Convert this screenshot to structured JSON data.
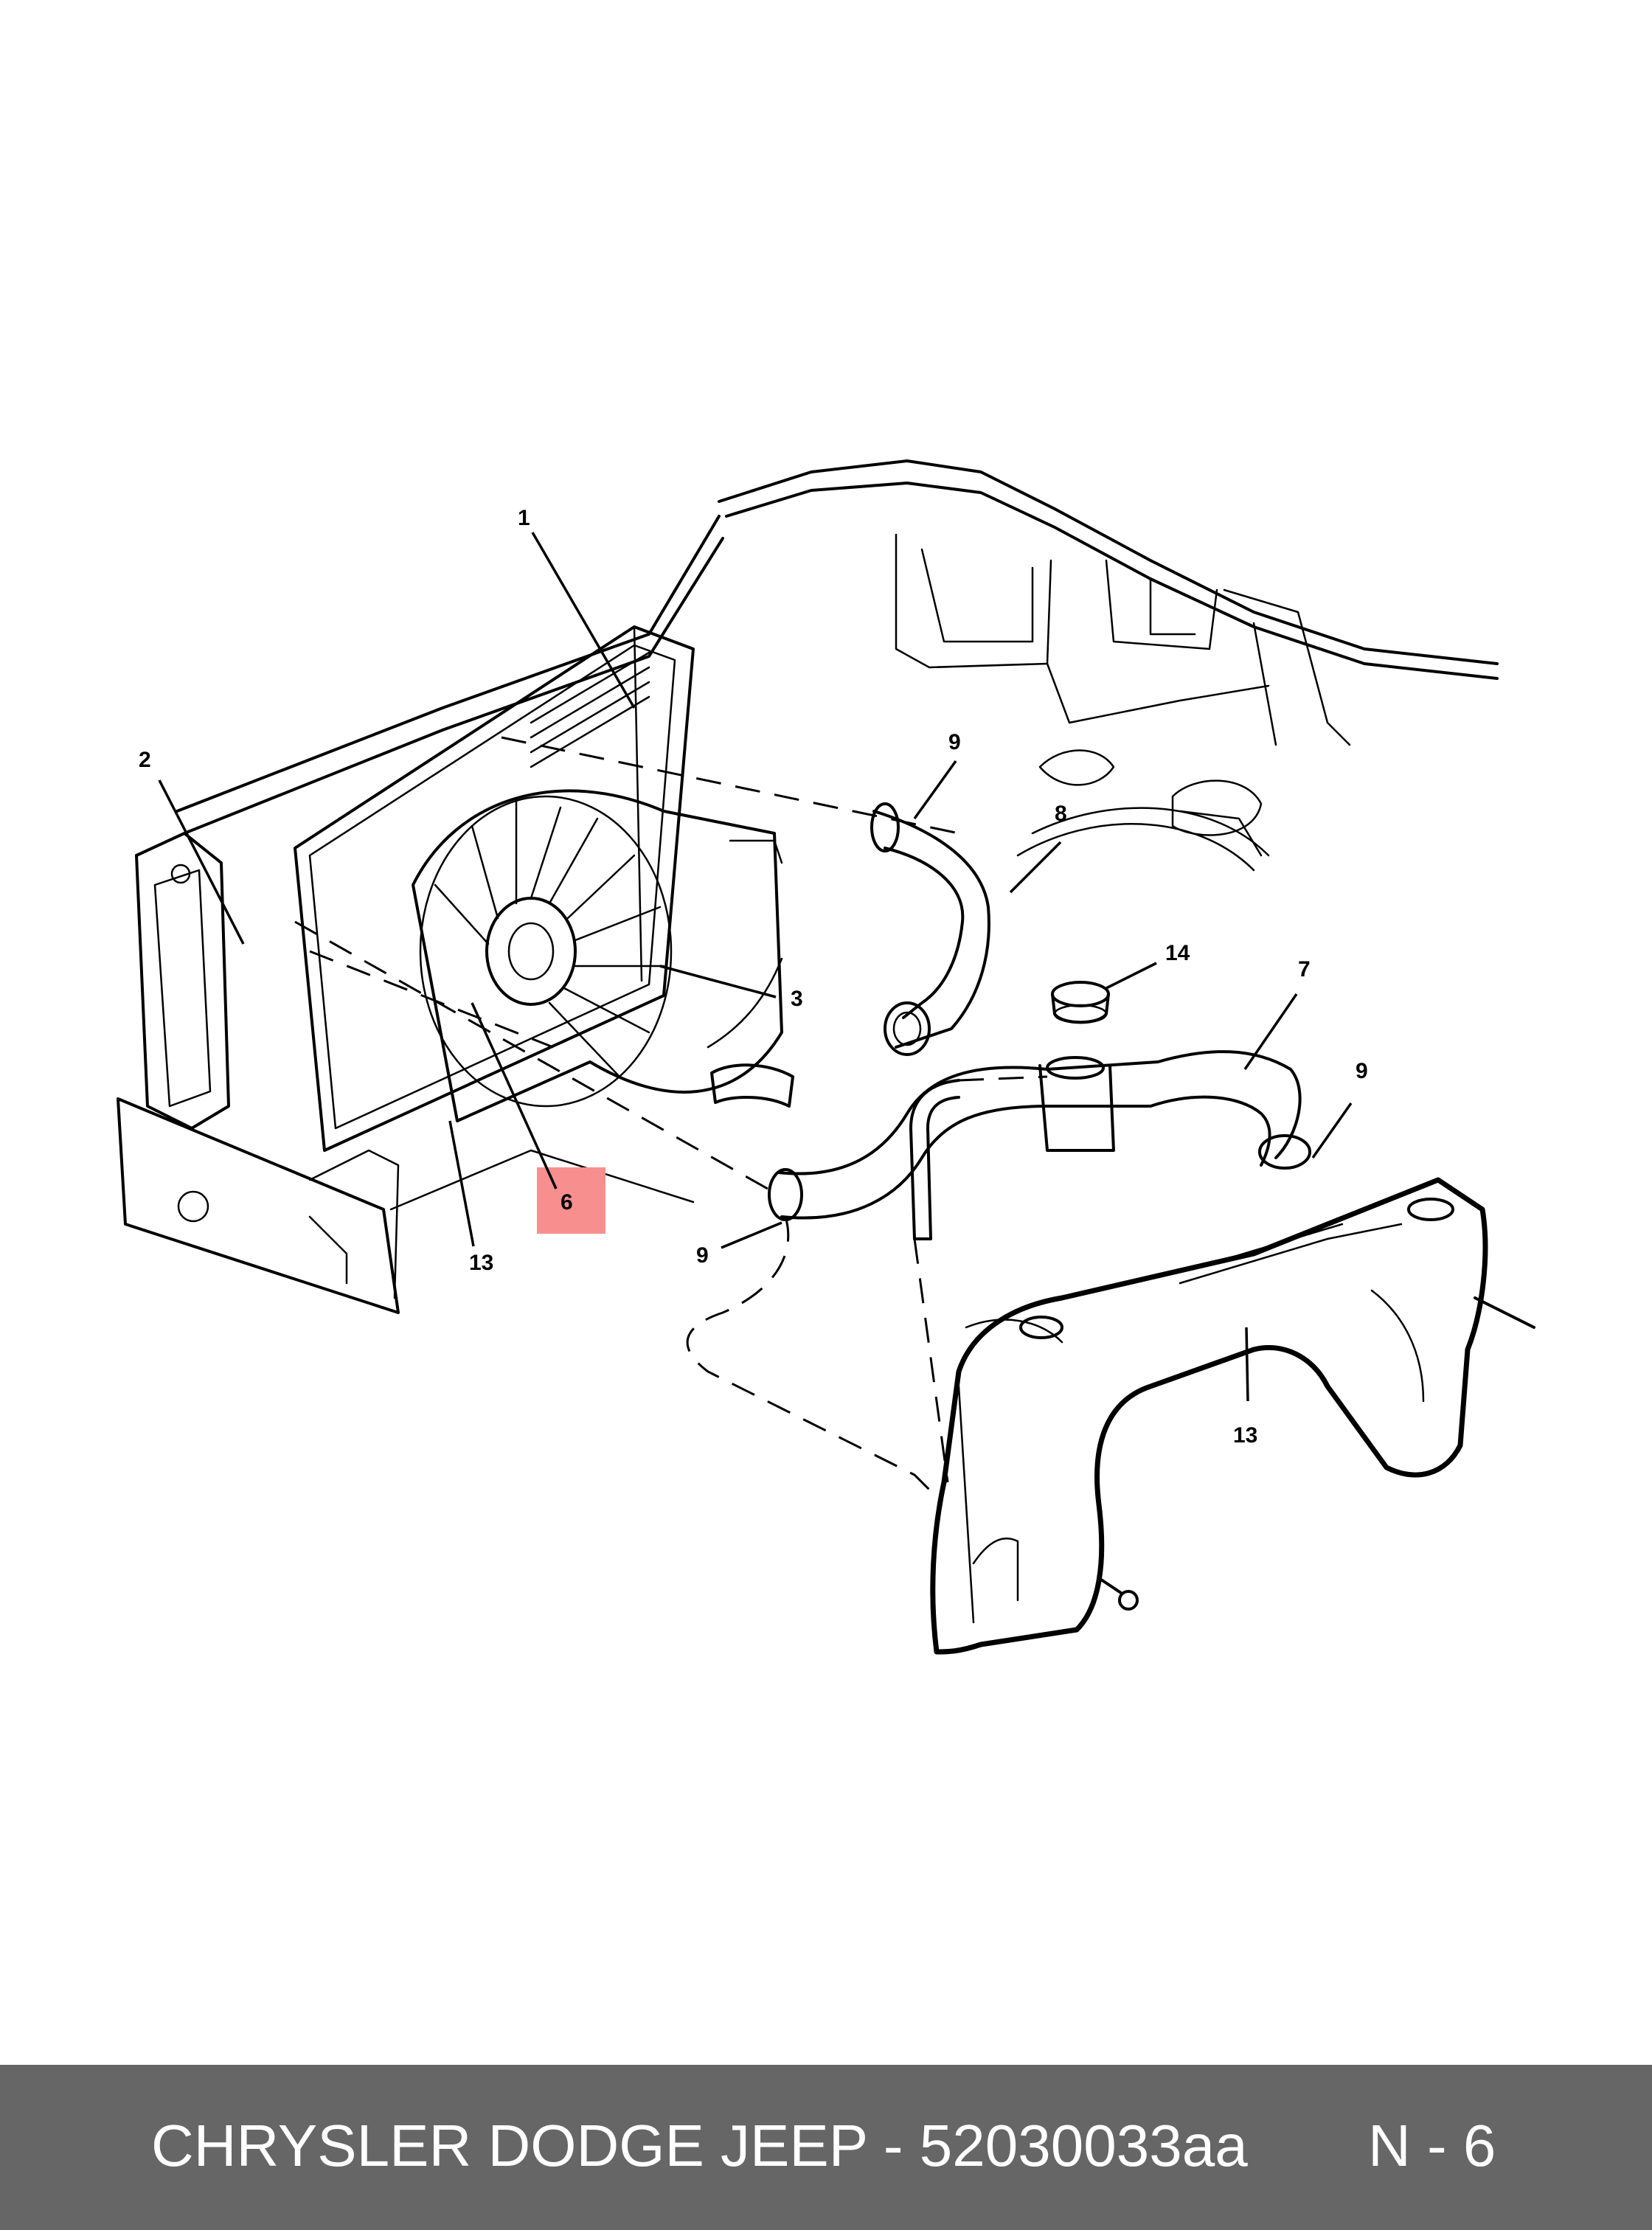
{
  "diagram": {
    "callouts": {
      "c1": "1",
      "c2": "2",
      "c3": "3",
      "c6": "6",
      "c7": "7",
      "c8": "8",
      "c9a": "9",
      "c9b": "9",
      "c9c": "9",
      "c13a": "13",
      "c13b": "13",
      "c14": "14"
    },
    "highlight_color": "#f78f8f"
  },
  "footer": {
    "title": "CHRYSLER DODGE JEEP - 52030033aa",
    "page": "N - 6"
  }
}
